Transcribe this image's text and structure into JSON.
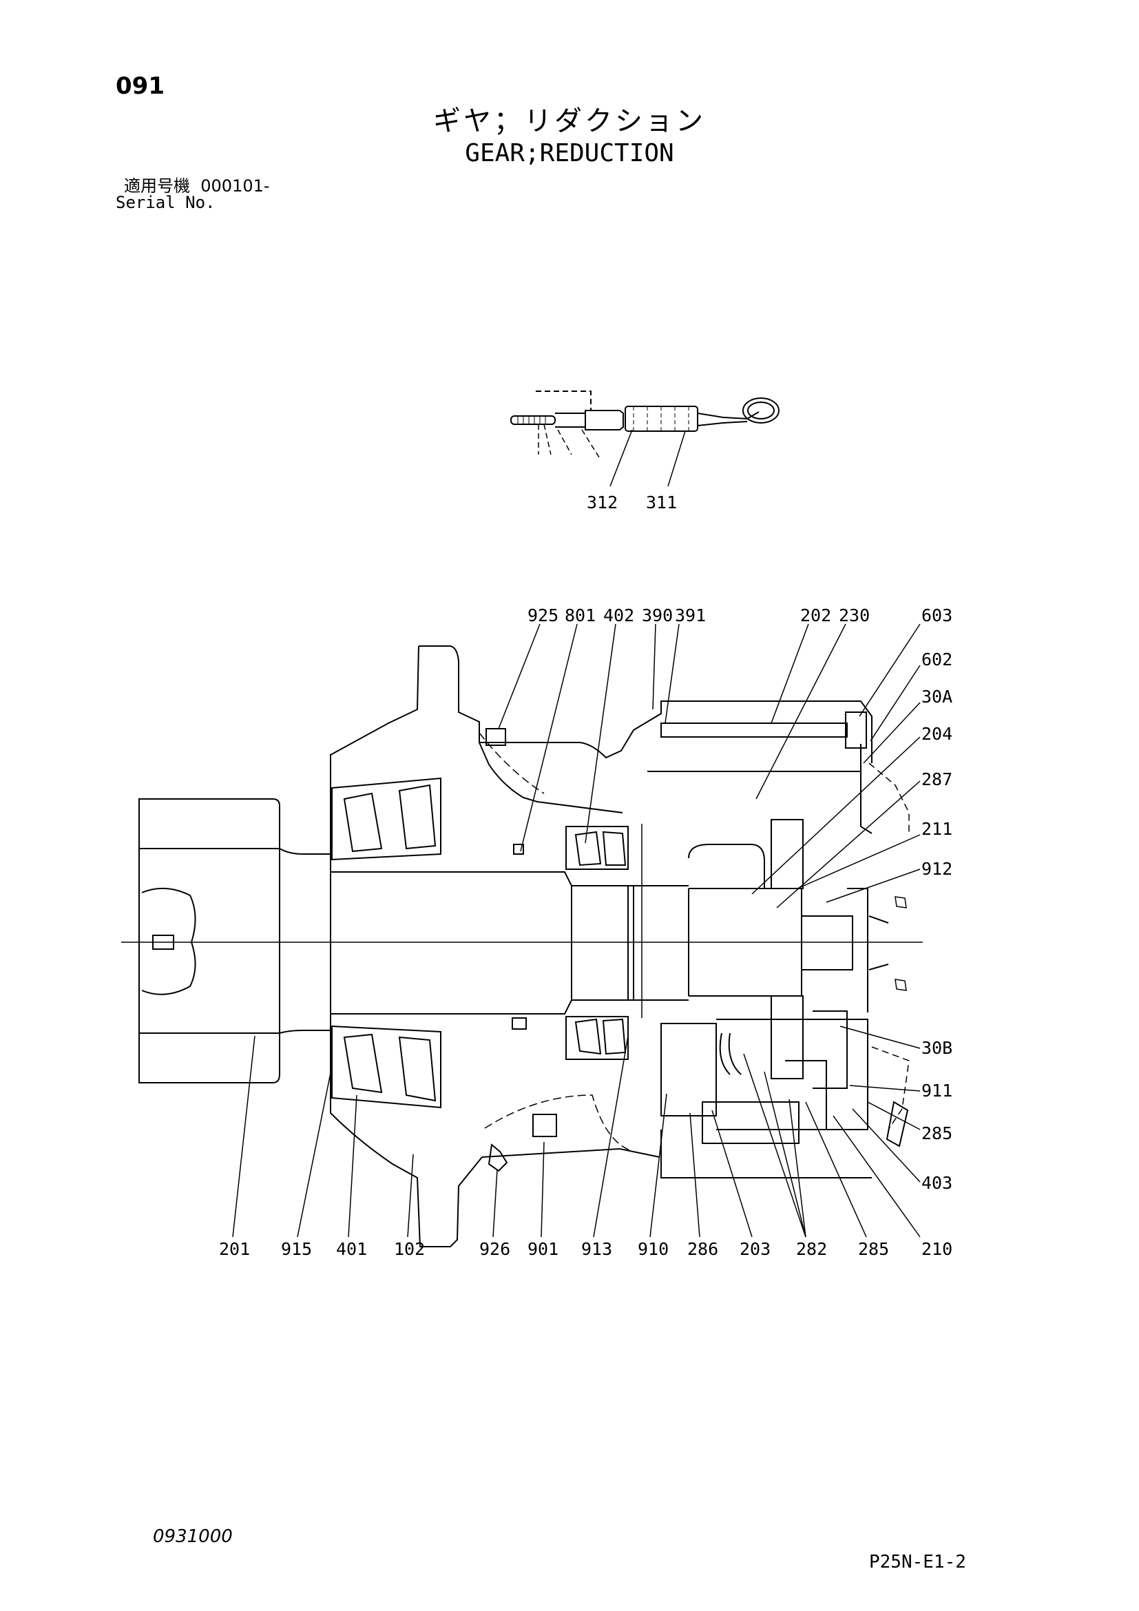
{
  "header": {
    "page_number": "091",
    "title_jp": "ギヤ；リダクション",
    "title_en": "GEAR;REDUCTION",
    "serial_label_jp": "適用号機",
    "serial_value": "000101-",
    "serial_label_en": "Serial No."
  },
  "footer": {
    "doc_code": "0931000",
    "page_code": "P25N-E1-2"
  },
  "diagram": {
    "inset_callouts": [
      "312",
      "311"
    ],
    "top_callouts": [
      "925",
      "801",
      "402",
      "390",
      "391",
      "202",
      "230",
      "603"
    ],
    "right_callouts": [
      "602",
      "30A",
      "204",
      "287",
      "211",
      "912",
      "30B",
      "911",
      "285",
      "403"
    ],
    "bottom_callouts": [
      "201",
      "915",
      "401",
      "102",
      "926",
      "901",
      "913",
      "910",
      "286",
      "203",
      "282",
      "285",
      "210"
    ]
  }
}
